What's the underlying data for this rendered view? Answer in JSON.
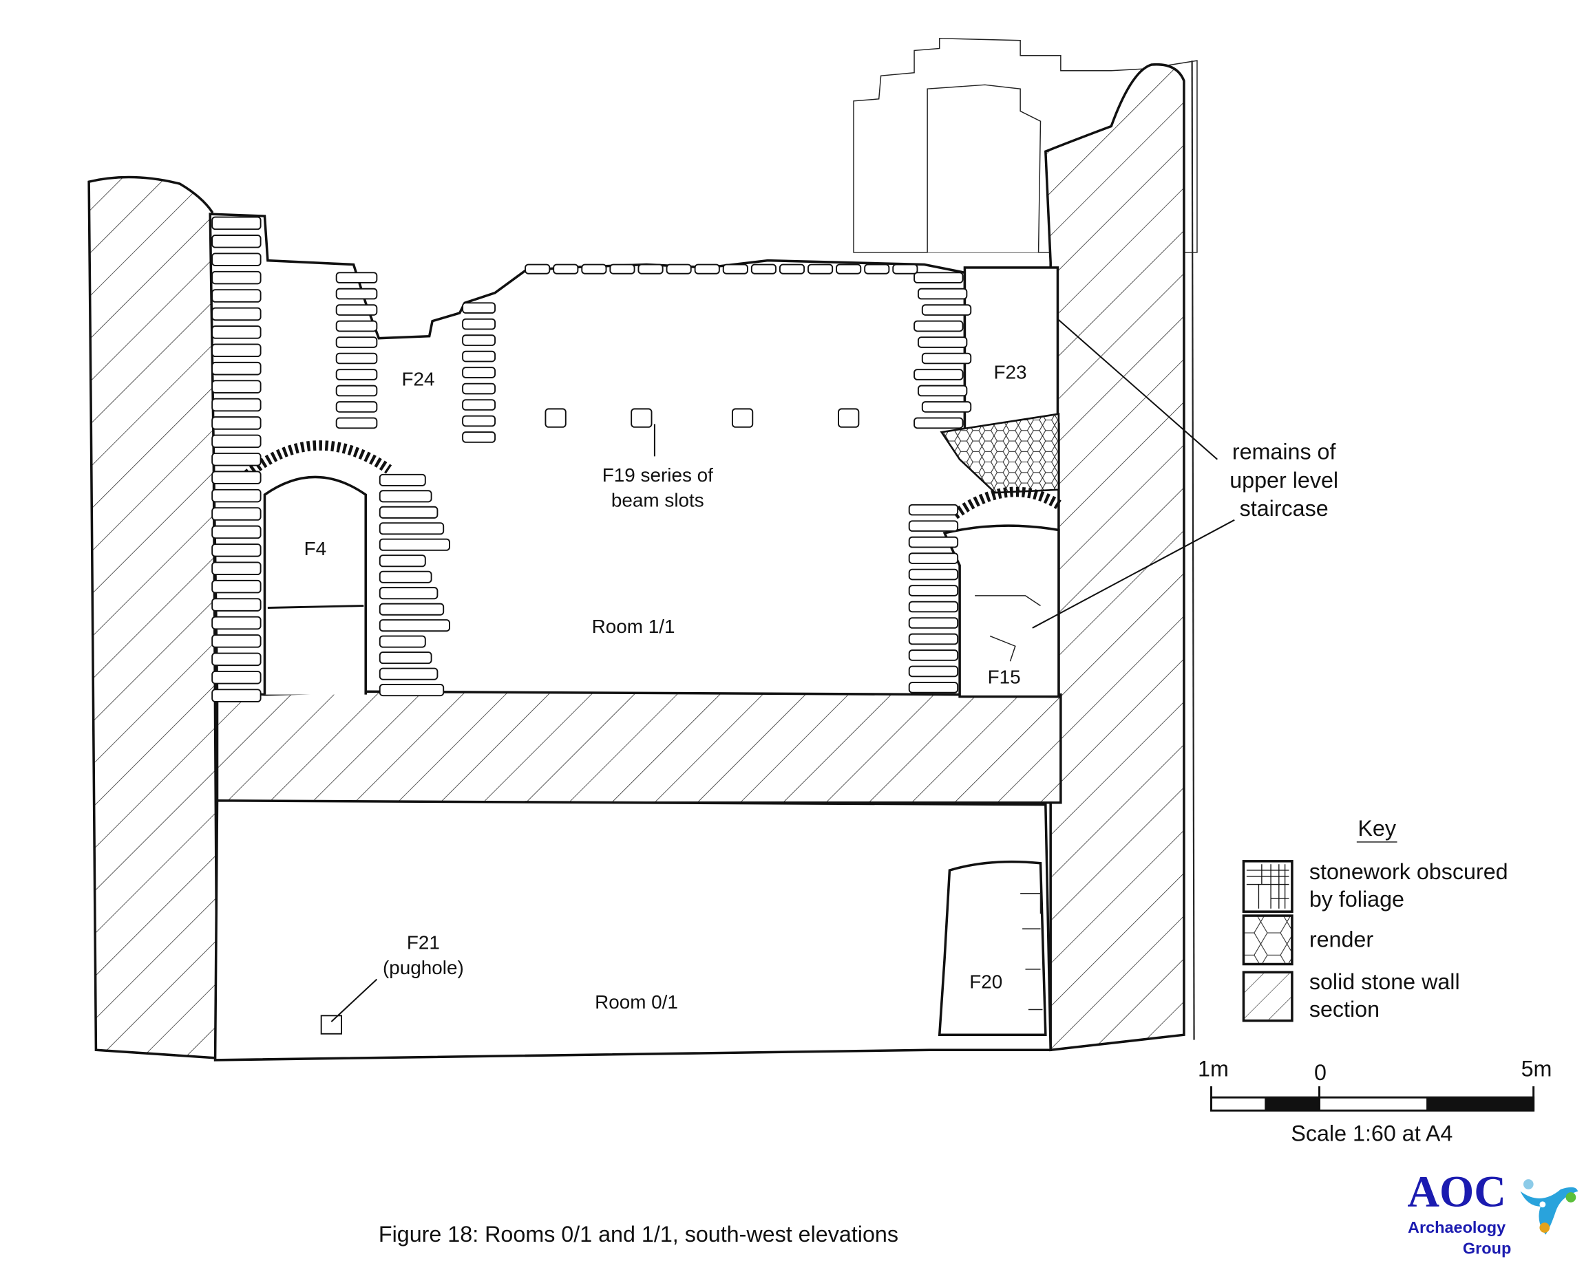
{
  "figure": {
    "caption": "Figure 18: Rooms 0/1 and 1/1, south-west elevations"
  },
  "labels": {
    "f24": "F24",
    "f23": "F23",
    "f4": "F4",
    "f15": "F15",
    "f19_line1": "F19 series of",
    "f19_line2": "beam slots",
    "room11": "Room 1/1",
    "room01": "Room 0/1",
    "f21_line1": "F21",
    "f21_line2": "(pughole)",
    "f20": "F20",
    "staircase_line1": "remains of",
    "staircase_line2": "upper level",
    "staircase_line3": "staircase"
  },
  "key": {
    "title": "Key",
    "items": [
      {
        "line1": "stonework obscured",
        "line2": "by foliage",
        "pattern": "grid"
      },
      {
        "line1": "render",
        "line2": "",
        "pattern": "hexagon"
      },
      {
        "line1": "solid stone wall",
        "line2": "section",
        "pattern": "diagonal-hatch"
      }
    ]
  },
  "scale_bar": {
    "left_label": "1m",
    "zero_label": "0",
    "right_label": "5m",
    "caption": "Scale 1:60 at A4"
  },
  "logo": {
    "name": "AOC",
    "line2": "Archaeology",
    "line3": "Group",
    "colors": {
      "text": "#1b1bb0",
      "swirl": "#29a3dc",
      "dot_green": "#5bbf3a",
      "dot_orange": "#e3a21a",
      "dot_light": "#8ccbe8"
    }
  }
}
